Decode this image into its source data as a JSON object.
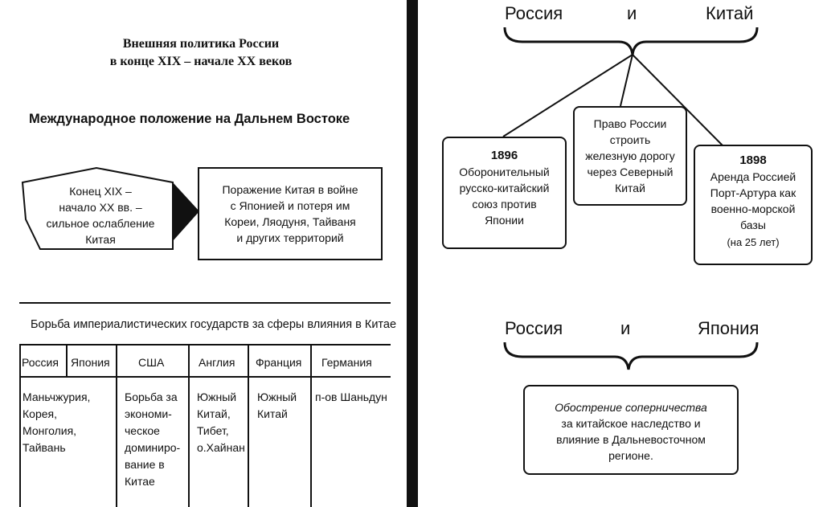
{
  "left": {
    "title_line1": "Внешняя политика России",
    "title_line2": "в конце XIX – начале XX веков",
    "subtitle": "Международное положение на Дальнем Востоке",
    "pentagon_text": "Конец XIX –\nначало XX вв. –\nсильное ослабление\nКитая",
    "result_text": "Поражение Китая в войне\nс Японией и потеря им\nКореи, Ляодуня, Тайваня\nи других территорий",
    "table_title": "Борьба империалистических государств за сферы влияния в Китае",
    "columns": [
      "Россия",
      "Япония",
      "США",
      "Англия",
      "Франция",
      "Германия"
    ],
    "cells": [
      "Маньчжурия,\nКорея,\nМонголия,\nТайвань",
      "",
      "Борьба за\nэкономи-\nческое\nдоминиро-\nвание в\nКитае",
      "Южный\nКитай,\nТибет,\nо.Хайнан",
      "Южный\nКитай",
      "п-ов Шаньдун"
    ]
  },
  "right": {
    "top_left": "Россия",
    "top_mid": "и",
    "top_right": "Китай",
    "box1_year": "1896",
    "box1_text": "Оборонительный\nрусско-китайский\nсоюз против\nЯпонии",
    "box2_text": "Право России\nстроить\nжелезную дорогу\nчерез Северный\nКитай",
    "box3_year": "1898",
    "box3_text": "Аренда Россией\nПорт-Артура как\nвоенно-морской\nбазы",
    "box3_note": "(на 25 лет)",
    "bottom_left": "Россия",
    "bottom_mid": "и",
    "bottom_right": "Япония",
    "rivalry_italic": "Обострение соперничества",
    "rivalry_text": "за китайское наследство и\nвлияние в Дальневосточном\nрегионе."
  }
}
